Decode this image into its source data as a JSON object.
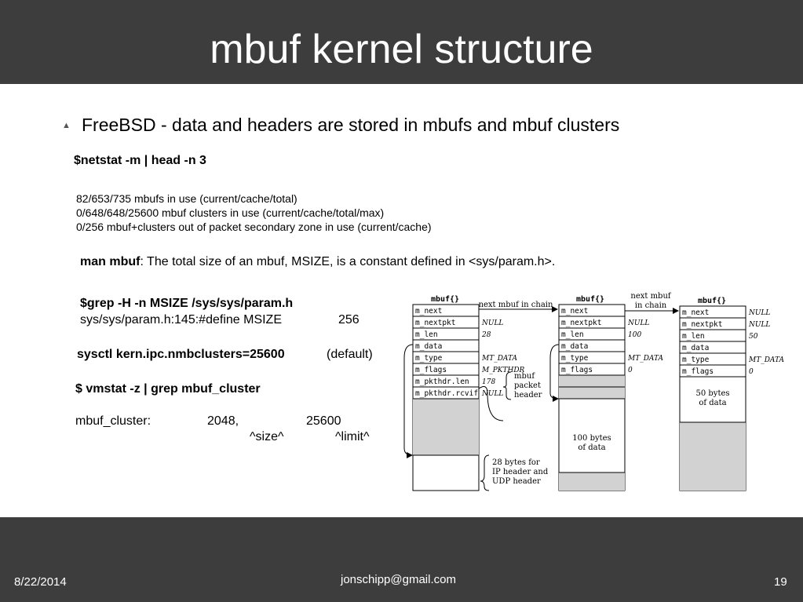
{
  "slide": {
    "title": "mbuf kernel structure",
    "bullet": "FreeBSD - data and headers are stored in mbufs and mbuf clusters",
    "cmd_netstat": "$netstat -m | head -n 3",
    "netstat_output": [
      "82/653/735 mbufs in use (current/cache/total)",
      "0/648/648/25600 mbuf clusters in use (current/cache/total/max)",
      "0/256 mbuf+clusters out of packet secondary zone in use (current/cache)"
    ],
    "man_label": "man mbuf",
    "man_text": ": The total size of an mbuf, MSIZE, is a constant defined in <sys/param.h>.",
    "cmd_grep": "$grep -H -n MSIZE /sys/sys/param.h",
    "grep_result": "sys/sys/param.h:145:#define MSIZE",
    "grep_value": "256",
    "sysctl_cmd": "sysctl kern.ipc.nmbclusters=25600",
    "sysctl_note": "(default)",
    "cmd_vmstat": "$ vmstat -z | grep mbuf_cluster",
    "vmstat_label": "mbuf_cluster:",
    "vmstat_size": "2048,",
    "vmstat_limit": "25600",
    "vmstat_size_marker": "^size^",
    "vmstat_limit_marker": "^limit^"
  },
  "diagram": {
    "mbuf_title": "mbuf{}",
    "fields_full": [
      "m_next",
      "m_nextpkt",
      "m_len",
      "m_data",
      "m_type",
      "m_flags",
      "m_pkthdr.len",
      "m_pkthdr.rcvif"
    ],
    "mbuf1_values": [
      "",
      "NULL",
      "28",
      "",
      "MT_DATA",
      "M_PKTHDR",
      "178",
      "NULL"
    ],
    "mbuf2_values": [
      "",
      "NULL",
      "100",
      "",
      "MT_DATA",
      "0"
    ],
    "mbuf3_values": [
      "NULL",
      "NULL",
      "50",
      "",
      "MT_DATA",
      "0"
    ],
    "label_next_mbuf_chain": "next mbuf in chain",
    "label_next_mbuf_chain2": [
      "next mbuf",
      "in chain"
    ],
    "label_packet_header": [
      "mbuf",
      "packet",
      "header"
    ],
    "label_28_bytes": [
      "28 bytes for",
      "IP header and",
      "UDP header"
    ],
    "label_100_bytes": [
      "100 bytes",
      "of data"
    ],
    "label_50_bytes": [
      "50 bytes",
      "of data"
    ]
  },
  "footer": {
    "date": "8/22/2014",
    "email": "jonschipp@gmail.com",
    "page": "19"
  },
  "colors": {
    "bar": "#3d3d3d",
    "shaded": "#d2d2d2"
  }
}
